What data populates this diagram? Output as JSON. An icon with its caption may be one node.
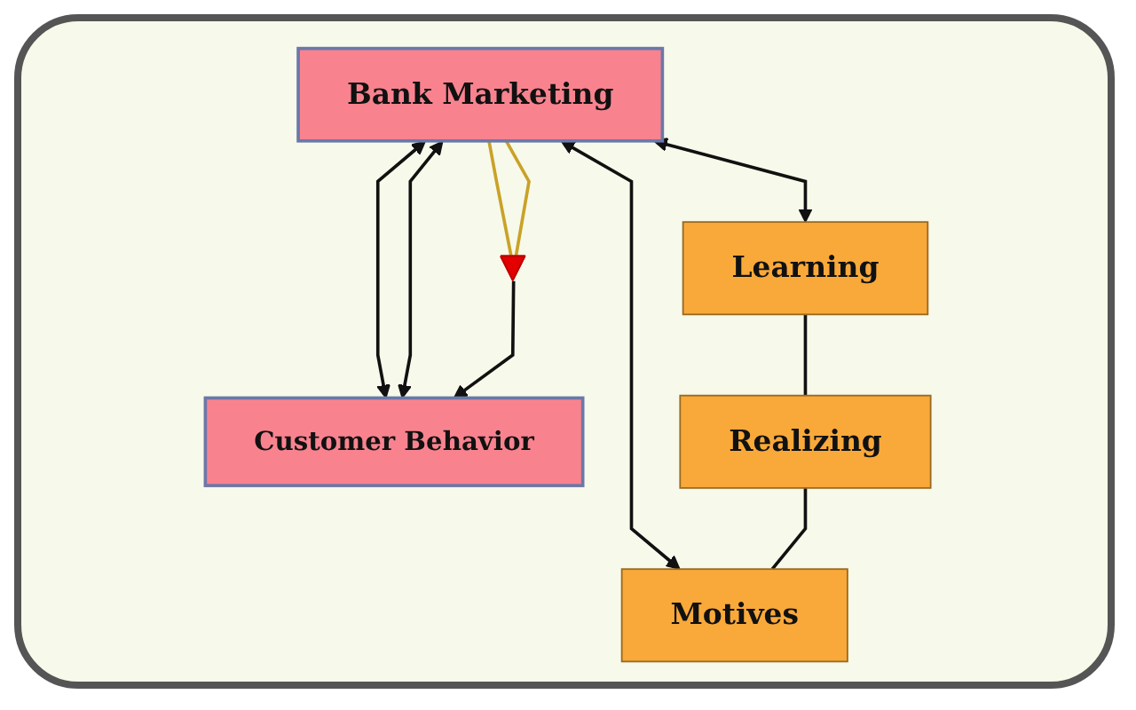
{
  "diagram": {
    "nodes": [
      {
        "text": [
          "Bank Marketing"
        ]
      },
      {
        "text": [],
        "shape": "triangle"
      },
      {
        "text": [
          "Customer Behavior"
        ]
      },
      {
        "text": [
          "Learning"
        ]
      },
      {
        "text": [
          "Realizing"
        ]
      },
      {
        "text": [
          "Motives"
        ]
      }
    ],
    "edges": [
      {
        "from": 0,
        "to": 1,
        "arrow": "none",
        "color": "#c9a227"
      },
      {
        "from": 0,
        "to": 1,
        "arrow": "none",
        "color": "#c9a227"
      },
      {
        "from": 0,
        "to": 2,
        "arrow": "both"
      },
      {
        "from": 0,
        "to": 2,
        "arrow": "both"
      },
      {
        "from": 1,
        "to": 2,
        "arrow": "to"
      },
      {
        "from": 3,
        "to": 0,
        "arrow": "both"
      },
      {
        "from": 5,
        "to": 0,
        "arrow": "both"
      },
      {
        "from": 3,
        "to": 4,
        "arrow": "none"
      },
      {
        "from": 4,
        "to": 5,
        "arrow": "none"
      }
    ]
  }
}
